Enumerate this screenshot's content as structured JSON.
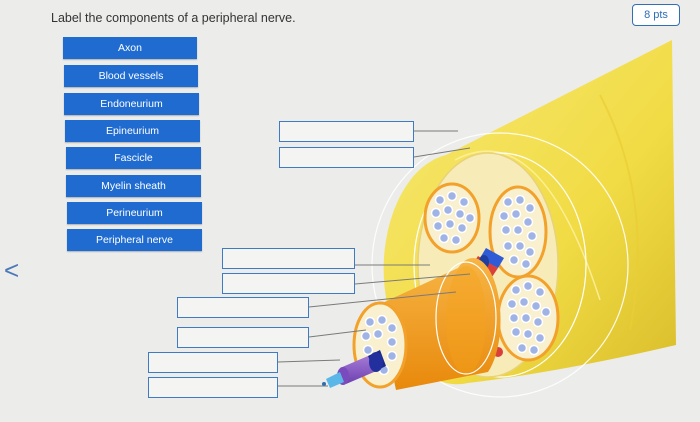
{
  "question": {
    "text": "Label the components of a peripheral nerve."
  },
  "points": {
    "label": "8 pts"
  },
  "nav": {
    "back_icon": "chevron-left-icon",
    "back_glyph": "<"
  },
  "terms": [
    {
      "label": "Axon"
    },
    {
      "label": "Blood vessels"
    },
    {
      "label": "Endoneurium"
    },
    {
      "label": "Epineurium"
    },
    {
      "label": "Fascicle"
    },
    {
      "label": "Myelin sheath"
    },
    {
      "label": "Perineurium"
    },
    {
      "label": "Peripheral nerve"
    }
  ],
  "drop_zones": [
    {
      "value": ""
    },
    {
      "value": ""
    },
    {
      "value": ""
    },
    {
      "value": ""
    },
    {
      "value": ""
    },
    {
      "value": ""
    },
    {
      "value": ""
    },
    {
      "value": ""
    }
  ],
  "colors": {
    "term_bg": "#1f6bd0",
    "drop_border": "#3e7bc4",
    "nerve_yellow": "#f3df4c",
    "fascicle_orange": "#f4a21c",
    "axon_purple": "#8a5bc6",
    "vessel_red": "#d9403a",
    "vessel_blue": "#2f5bd6"
  }
}
